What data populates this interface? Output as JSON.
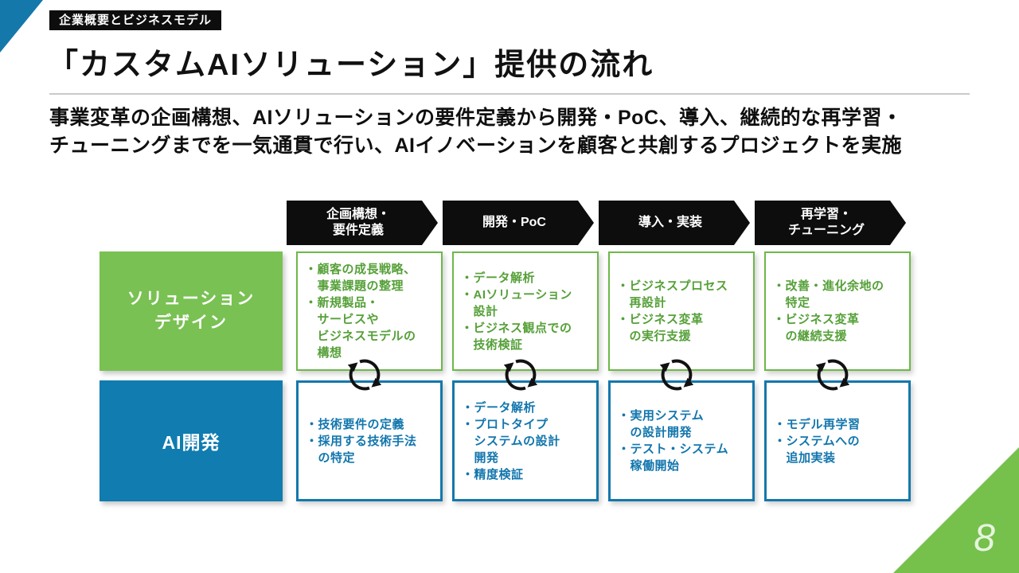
{
  "slide": {
    "badge": "企業概要とビジネスモデル",
    "title": "「カスタムAIソリューション」提供の流れ",
    "lead_line1": "事業変革の企画構想、AIソリューションの要件定義から開発・PoC、導入、継続的な再学習・",
    "lead_line2": "チューニングまでを一気通貫で行い、AIイノベーションを顧客と共創するプロジェクトを実施",
    "page_number": "8"
  },
  "flow": {
    "bullet_marker": "・",
    "stages": [
      {
        "label": "企画構想・\n要件定義"
      },
      {
        "label": "開発・PoC"
      },
      {
        "label": "導入・実装"
      },
      {
        "label": "再学習・\nチューニング"
      }
    ],
    "rows": [
      {
        "id": "solution-design",
        "label": "ソリューション\nデザイン",
        "theme": "green",
        "cells": [
          {
            "bullets": [
              "顧客の成長戦略、\n事業課題の整理",
              "新規製品・\nサービスや\nビジネスモデルの\n構想"
            ]
          },
          {
            "bullets": [
              "データ解析",
              "AIソリューション\n設計",
              "ビジネス観点での\n技術検証"
            ]
          },
          {
            "bullets": [
              "ビジネスプロセス\n再設計",
              "ビジネス変革\nの実行支援"
            ]
          },
          {
            "bullets": [
              "改善・進化余地の\n特定",
              "ビジネス変革\nの継続支援"
            ]
          }
        ]
      },
      {
        "id": "ai-development",
        "label": "AI開発",
        "theme": "blue",
        "cells": [
          {
            "bullets": [
              "技術要件の定義",
              "採用する技術手法\nの特定"
            ]
          },
          {
            "bullets": [
              "データ解析",
              "プロトタイプ\nシステムの設計\n開発",
              "精度検証"
            ]
          },
          {
            "bullets": [
              "実用システム\nの設計開発",
              "テスト・システム\n稼働開始"
            ]
          },
          {
            "bullets": [
              "モデル再学習",
              "システムへの\n追加実装"
            ]
          }
        ]
      }
    ]
  },
  "colors": {
    "accent_green": "#79c153",
    "green_border": "#6db84a",
    "green_text": "#55a038",
    "accent_blue": "#107cb0",
    "blue_border": "#1478ab",
    "blue_text": "#1276ad",
    "stage_black": "#0d0d0d",
    "corner_blue": "#1478ab",
    "corner_green": "#76c04c"
  }
}
